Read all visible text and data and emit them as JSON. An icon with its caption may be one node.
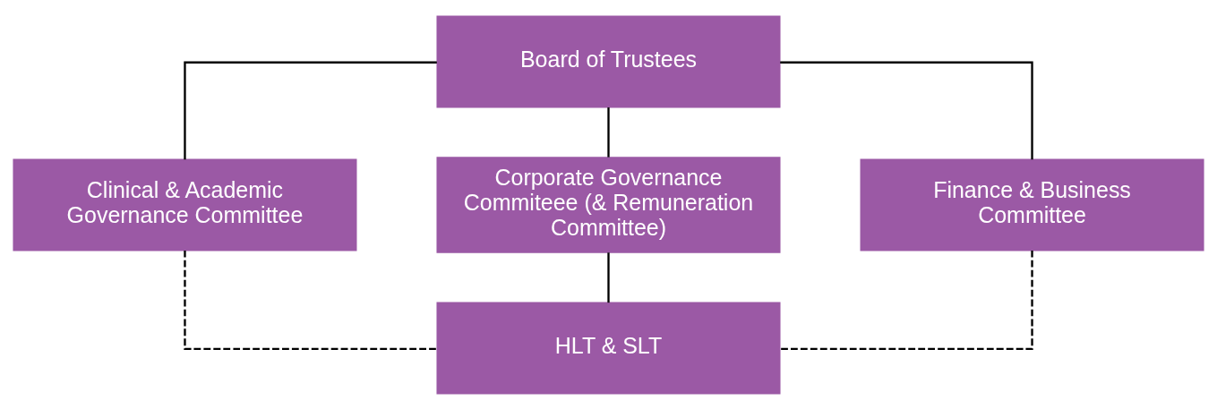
{
  "diagram": {
    "nodes": [
      {
        "text": [
          "Board of Trustees"
        ]
      },
      {
        "text": [
          "Clinical & Academic Governance Committee"
        ]
      },
      {
        "text": [
          "Corporate Governance Commiteee (& Remuneration Committee)"
        ]
      },
      {
        "text": [
          "Finance & Business Committee"
        ]
      },
      {
        "text": [
          "HLT & SLT"
        ]
      }
    ],
    "edges": [
      {
        "from": 0,
        "to": 1,
        "arrow": "none"
      },
      {
        "from": 0,
        "to": 2,
        "arrow": "none"
      },
      {
        "from": 0,
        "to": 3,
        "arrow": "none"
      },
      {
        "from": 2,
        "to": 4,
        "arrow": "none"
      },
      {
        "from": 1,
        "to": 4,
        "arrow": "none",
        "style": "dashed"
      },
      {
        "from": 3,
        "to": 4,
        "arrow": "none",
        "style": "dashed"
      }
    ]
  }
}
